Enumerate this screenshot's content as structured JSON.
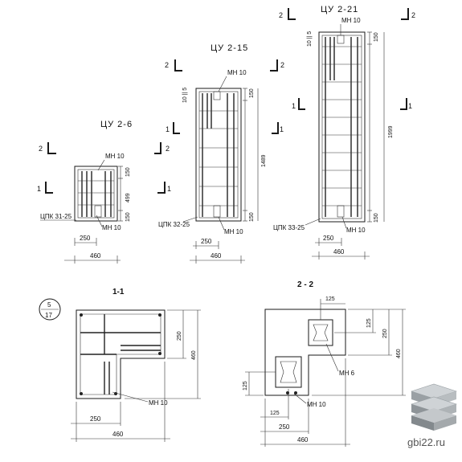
{
  "elements": {
    "cu6": {
      "title": "ЦУ 2-6",
      "h": "499",
      "w1": "250",
      "w2": "460",
      "top": "150",
      "mark": "ЦПК 31-25",
      "mn_top": "МН 10",
      "mn_bot": "МН 10",
      "bot": "150"
    },
    "cu15": {
      "title": "ЦУ 2-15",
      "h": "1489",
      "w1": "250",
      "w2": "460",
      "top": "150",
      "topl": "10 || 5",
      "mark": "ЦПК 32-25",
      "mn_top": "МН 10",
      "mn_bot": "МН 10",
      "bot": "150"
    },
    "cu21": {
      "title": "ЦУ 2-21",
      "h": "1999",
      "w1": "250",
      "w2": "460",
      "top": "150",
      "topl": "10 || 5",
      "mark": "ЦПК 33-25",
      "mn_top": "МН 10",
      "mn_bot": "МН 10",
      "bot": "150"
    }
  },
  "cut_marks": {
    "one": "1",
    "two": "2"
  },
  "section11": {
    "title": "1-1",
    "sheet_num": "5",
    "sheet_den": "17",
    "d250": "250",
    "d460": "460",
    "w250": "250",
    "w460": "460",
    "mn": "МН 10"
  },
  "section22": {
    "title": "2 - 2",
    "d125top": "125",
    "d125r": "125",
    "d250": "250",
    "d460": "460",
    "d125l": "125",
    "w125": "125",
    "w250": "250",
    "w460": "460",
    "mn6": "МН 6",
    "mn10": "МН 10"
  },
  "watermark": "gbi22.ru"
}
